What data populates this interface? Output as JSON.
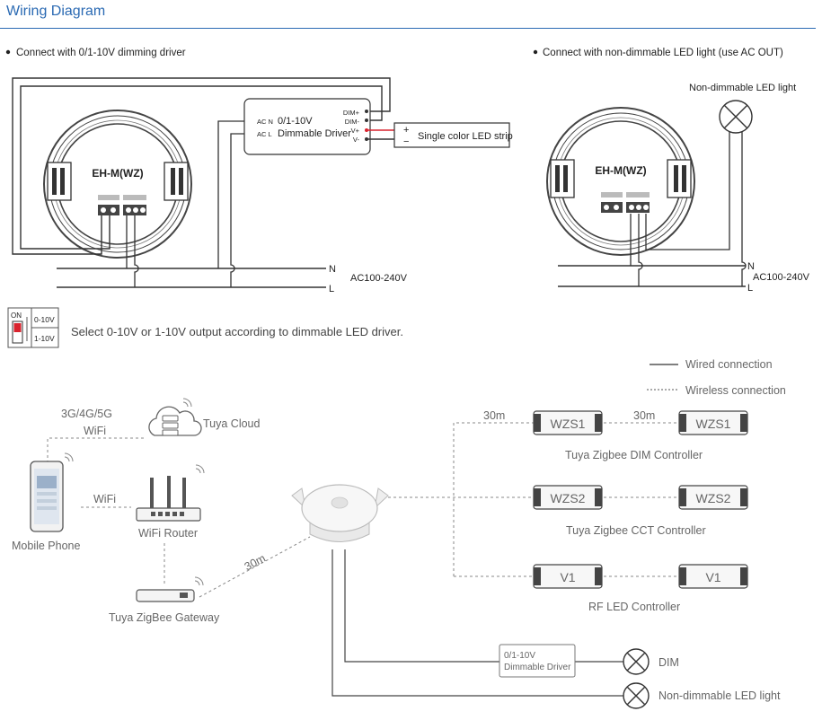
{
  "title": "Wiring Diagram",
  "left_diagram": {
    "heading": "Connect with 0/1-10V dimming driver",
    "device_label": "EH-M(WZ)",
    "driver": {
      "ac_n": "AC N",
      "ac_l": "AC L",
      "name_line1": "0/1-10V",
      "name_line2": "Dimmable Driver",
      "dim_plus": "DIM+",
      "dim_minus": "DIM-",
      "v_plus": "V+",
      "v_minus": "V-"
    },
    "strip_plus": "+",
    "strip_minus": "−",
    "strip_label": "Single color LED strip",
    "n_label": "N",
    "l_label": "L",
    "ac_label": "AC100-240V"
  },
  "right_diagram": {
    "heading": "Connect with non-dimmable LED light (use AC OUT)",
    "lamp_label": "Non-dimmable LED light",
    "device_label": "EH-M(WZ)",
    "n_label": "N",
    "l_label": "L",
    "ac_label": "AC100-240V"
  },
  "switch": {
    "on_label": "ON",
    "opt_0_10": "0-10V",
    "opt_1_10": "1-10V",
    "note": "Select 0-10V or 1-10V output according to dimmable LED driver."
  },
  "legend": {
    "wired": "Wired connection",
    "wireless": "Wireless connection"
  },
  "network": {
    "cloud_label": "Tuya Cloud",
    "net_label_1": "3G/4G/5G",
    "net_label_2": "WiFi",
    "wifi_label": "WiFi",
    "phone_label": "Mobile Phone",
    "router_label": "WiFi Router",
    "gateway_label": "Tuya ZigBee Gateway",
    "gateway_distance": "30m"
  },
  "controllers": {
    "distance_1": "30m",
    "distance_2": "30m",
    "wzs1": "WZS1",
    "wzs1_caption": "Tuya Zigbee DIM Controller",
    "wzs2": "WZS2",
    "wzs2_caption": "Tuya Zigbee CCT Controller",
    "v1": "V1",
    "v1_caption": "RF LED  Controller"
  },
  "outputs": {
    "driver_line1": "0/1-10V",
    "driver_line2": "Dimmable Driver",
    "dim_label": "DIM",
    "light_label": "Non-dimmable LED light"
  },
  "colors": {
    "accent": "#2b6ab3",
    "wire": "#333333",
    "red_wire": "#d9232e",
    "label_gray": "#666666"
  }
}
